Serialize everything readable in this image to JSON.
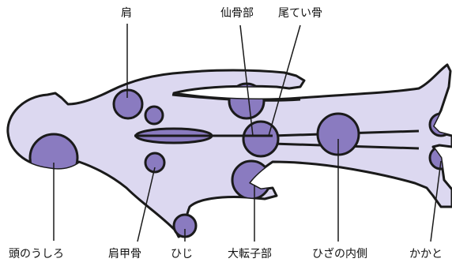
{
  "colors": {
    "body_fill": "#dcd8f0",
    "spot_fill": "#8a7bc0",
    "outline": "#1a1a1a",
    "text": "#111111"
  },
  "labels": {
    "shoulder": "肩",
    "sacrum": "仙骨部",
    "coccyx": "尾てい骨",
    "back_of_head": "頭のうしろ",
    "scapula": "肩甲骨",
    "elbow": "ひじ",
    "greater_trochanter": "大転子部",
    "inner_knee": "ひざの内側",
    "heel": "かかと"
  }
}
